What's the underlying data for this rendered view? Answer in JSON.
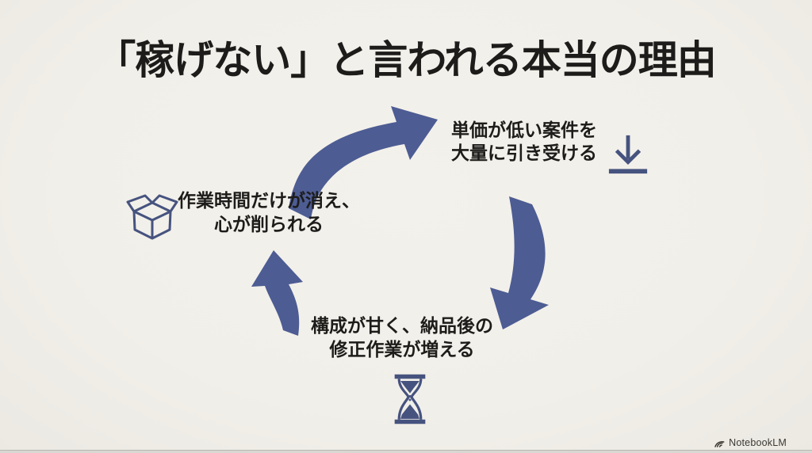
{
  "canvas": {
    "bg": "#f1efe9",
    "accent": "#4d5c93",
    "icon_color": "#46537f",
    "text_color": "#1d1c1a"
  },
  "title": "「稼げない」と言われる本当の理由",
  "cycle": {
    "nodes": [
      {
        "id": "low-price-work",
        "line1": "単価が低い案件を",
        "line2": "大量に引き受ける",
        "icon": "download-icon"
      },
      {
        "id": "more-revisions",
        "line1": "構成が甘く、納品後の",
        "line2": "修正作業が増える",
        "icon": "hourglass-icon"
      },
      {
        "id": "time-vanishes",
        "line1": "作業時間だけが消え、",
        "line2": "心が削られる",
        "icon": "open-box-icon"
      }
    ]
  },
  "watermark": {
    "label": "NotebookLM",
    "icon": "notebooklm-logo-icon"
  }
}
